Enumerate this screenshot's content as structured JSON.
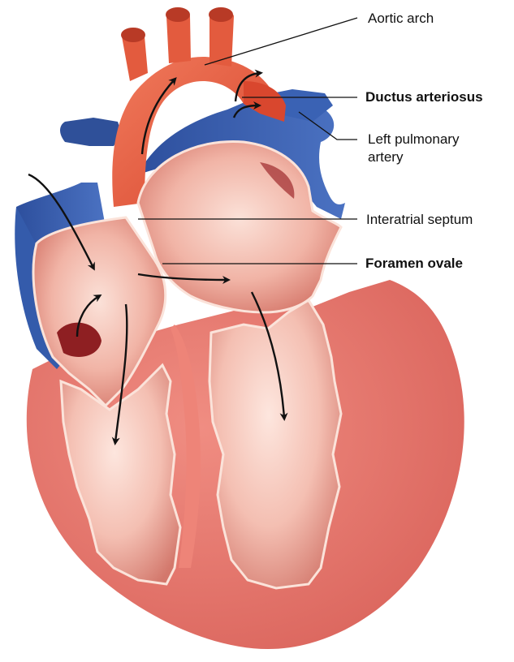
{
  "labels": {
    "aortic_arch": "Aortic arch",
    "ductus_arteriosus": "Ductus arteriosus",
    "left_pulmonary_artery_line1": "Left pulmonary",
    "left_pulmonary_artery_line2": "artery",
    "interatrial_septum": "Interatrial septum",
    "foramen_ovale": "Foramen ovale"
  },
  "colors": {
    "muscle": "#e8766c",
    "muscle_dark": "#c95850",
    "chamber": "#f5c4b8",
    "aorta": "#e85a3c",
    "vein": "#3b5fae",
    "vein_dark": "#2a4690",
    "chamber_edge": "#fbe3da",
    "arrow": "#111111",
    "leader": "#111111"
  }
}
